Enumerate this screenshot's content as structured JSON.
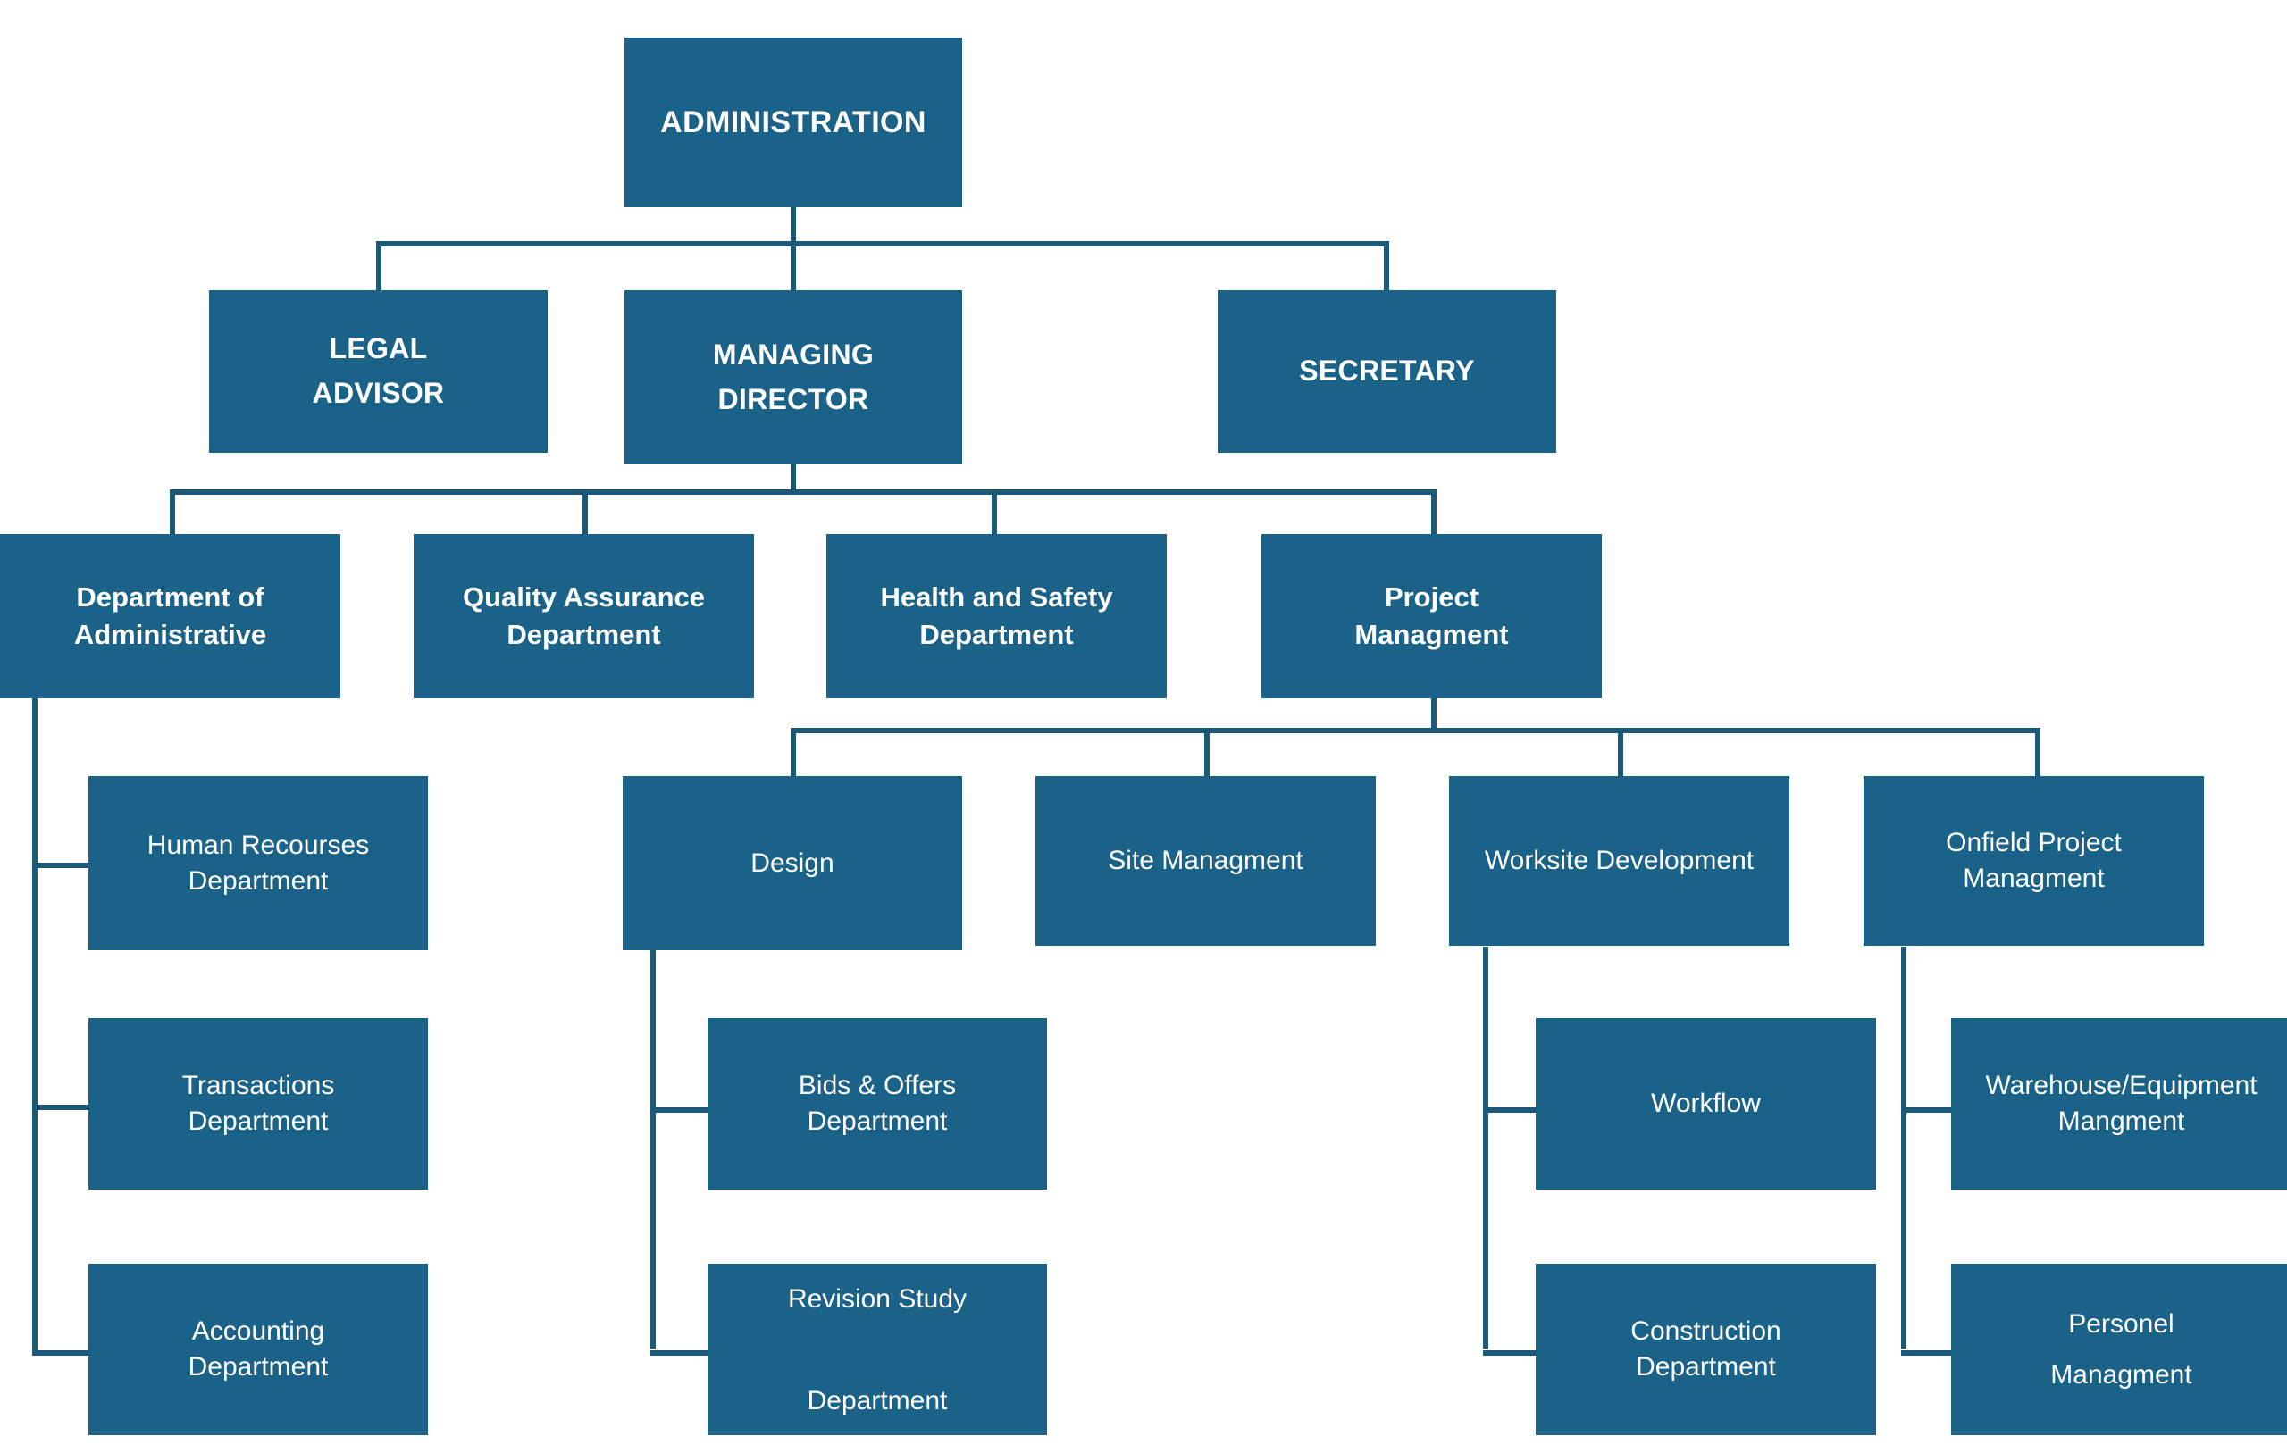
{
  "chart_data": {
    "type": "diagram",
    "title": "Organizational Chart",
    "accent_color": "#1a6287",
    "connector_color": "#1a5a78",
    "background_color": "#ffffff",
    "text_color": "#ffffff",
    "levels": [
      {
        "level": 1,
        "nodes": [
          "ADMINISTRATION"
        ]
      },
      {
        "level": 2,
        "nodes": [
          "LEGAL\nADVISOR",
          "MANAGING\nDIRECTOR",
          "SECRETARY"
        ]
      },
      {
        "level": 3,
        "nodes": [
          "Department of\nAdministrative",
          "Quality Assurance\nDepartment",
          "Health and Safety\nDepartment",
          "Project\nManagment"
        ]
      },
      {
        "level": 4,
        "nodes": [
          "Human Recourses\nDepartment",
          "Design",
          "Site Managment",
          "Worksite Development",
          "Onfield Project\nManagment"
        ]
      },
      {
        "level": 5,
        "nodes": [
          "Transactions\nDepartment",
          "Bids & Offers\nDepartment",
          "Workflow",
          "Warehouse/Equipment\nMangment"
        ]
      },
      {
        "level": 6,
        "nodes": [
          "Accounting\nDepartment",
          "Revision Study\n\nDepartment",
          "Construction\nDepartment",
          "Personel\nManagment"
        ]
      }
    ]
  },
  "nodes": {
    "administration": "ADMINISTRATION",
    "legal_advisor": "LEGAL\nADVISOR",
    "managing_director": "MANAGING\nDIRECTOR",
    "secretary": "SECRETARY",
    "department_of_administrative": "Department of\nAdministrative",
    "quality_assurance_department": "Quality Assurance\nDepartment",
    "health_and_safety_department": "Health and Safety\nDepartment",
    "project_managment": "Project\nManagment",
    "human_recourses_department": "Human Recourses\nDepartment",
    "transactions_department": "Transactions\nDepartment",
    "accounting_department": "Accounting\nDepartment",
    "design": "Design",
    "bids_and_offers_department": "Bids & Offers\nDepartment",
    "revision_study_department": "Revision Study\n\nDepartment",
    "site_managment": "Site Managment",
    "worksite_development": "Worksite Development",
    "workflow": "Workflow",
    "construction_department": "Construction\nDepartment",
    "onfield_project_managment": "Onfield Project\nManagment",
    "warehouse_equipment_mangment": "Warehouse/Equipment\nMangment",
    "personel_managment": "Personel\nManagment"
  }
}
